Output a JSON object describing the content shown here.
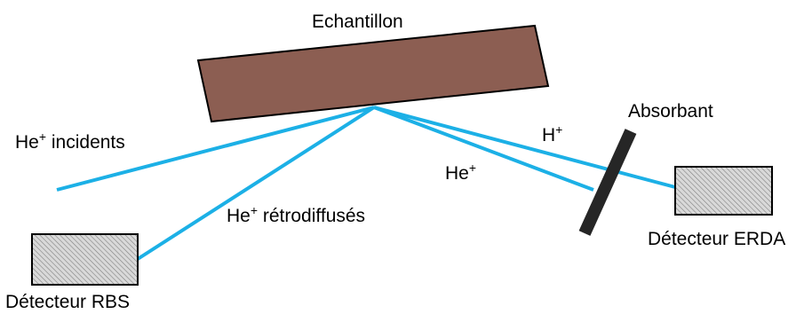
{
  "labels": {
    "sample": "Echantillon",
    "incident": {
      "ion": "He",
      "charge": "+",
      "text": " incidents"
    },
    "backscattered": {
      "ion": "He",
      "charge": "+",
      "text": " rétrodiffusés"
    },
    "recoil_h": {
      "ion": "H",
      "charge": "+"
    },
    "recoil_he": {
      "ion": "He",
      "charge": "+"
    },
    "absorber": "Absorbant",
    "rbs_detector": "Détecteur RBS",
    "erda_detector": "Détecteur ERDA"
  },
  "colors": {
    "beam": "#1cb0e6",
    "sample_fill": "#8c5e52",
    "absorber": "#262626",
    "detector_fill": "#d9d9d9",
    "detector_hatch": "#808080",
    "outline": "#000000"
  }
}
